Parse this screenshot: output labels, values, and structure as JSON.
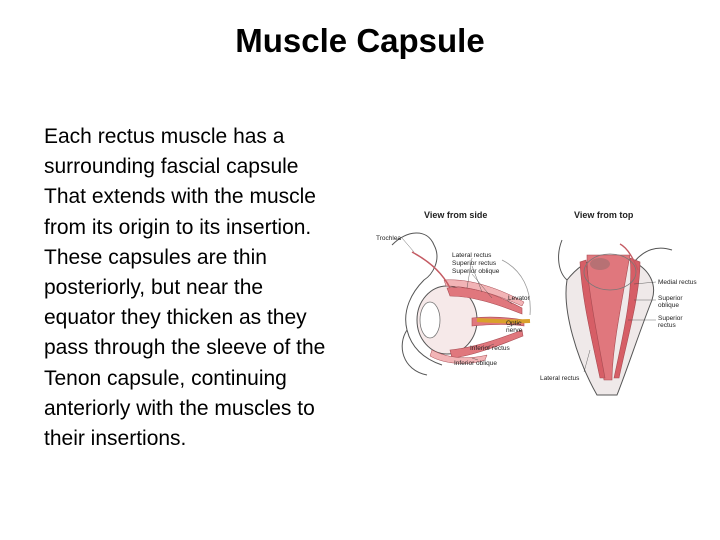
{
  "slide": {
    "title": "Muscle Capsule",
    "body": "Each rectus muscle has a\nsurrounding fascial capsule\nThat extends with the muscle\nfrom its origin to its insertion.\nThese capsules are thin\nposteriorly, but near the\nequator they thicken as they\npass through the sleeve of the\nTenon capsule, continuing\nanteriorly with the muscles to\ntheir insertions."
  },
  "figure": {
    "side_view": {
      "heading": "View from side",
      "labels": {
        "trochlea": "Trochlea",
        "lateral_rectus": "Lateral rectus",
        "superior_rectus": "Superior rectus",
        "superior_oblique": "Superior oblique",
        "levator": "Levator",
        "optic_nerve_1": "Optic",
        "optic_nerve_2": "nerve",
        "inferior_rectus": "Inferior rectus",
        "inferior_oblique": "Inferior oblique"
      }
    },
    "top_view": {
      "heading": "View from top",
      "labels": {
        "medial_rectus": "Medial rectus",
        "superior_oblique_1": "Superior",
        "superior_oblique_2": "oblique",
        "superior_rectus_1": "Superior",
        "superior_rectus_2": "rectus",
        "lateral_rectus": "Lateral rectus"
      }
    },
    "colors": {
      "muscle": "#e0777d",
      "muscle_light": "#f2b4b6",
      "bone": "#b9b9b9",
      "outline": "#555555"
    }
  }
}
